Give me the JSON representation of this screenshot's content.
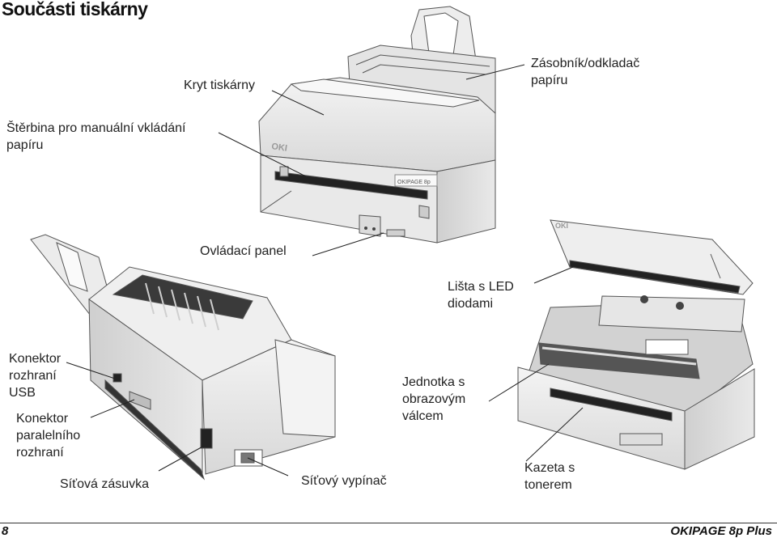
{
  "heading": {
    "title": "Součásti tiskárny"
  },
  "labels": {
    "printer_cover": "Kryt tiskárny",
    "paper_tray_line1": "Zásobník/odkladač",
    "paper_tray_line2": "papíru",
    "manual_slot_line1": "Štěrbina pro manuální vkládání",
    "manual_slot_line2": "papíru",
    "control_panel": "Ovládací panel",
    "led_bar_line1": "Lišta s LED",
    "led_bar_line2": "diodami",
    "usb_line1": "Konektor",
    "usb_line2": "rozhraní",
    "usb_line3": "USB",
    "parallel_line1": "Konektor",
    "parallel_line2": "paralelního",
    "parallel_line3": "rozhraní",
    "power_socket": "Síťová zásuvka",
    "power_switch": "Síťový vypínač",
    "drum_line1": "Jednotka s",
    "drum_line2": "obrazovým",
    "drum_line3": "válcem",
    "toner_line1": "Kazeta s",
    "toner_line2": "tonerem"
  },
  "printer_branding": {
    "logo": "OKI",
    "model_badge": "OKIPAGE 8p"
  },
  "footer": {
    "page_number": "8",
    "product_name": "OKIPAGE 8p Plus"
  },
  "colors": {
    "printer_body": "#ececec",
    "printer_shadow": "#bdbdbd",
    "printer_dark": "#2a2a2a",
    "outline": "#444444"
  }
}
